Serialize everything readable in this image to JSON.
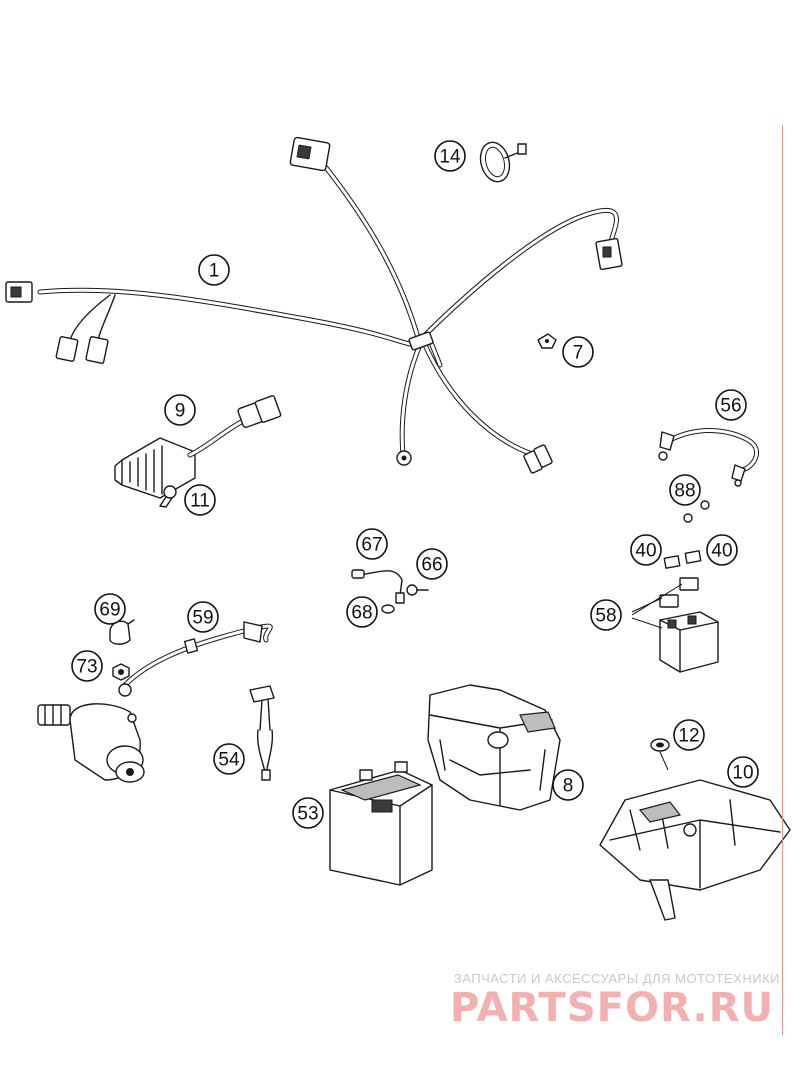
{
  "diagram": {
    "callouts": [
      {
        "id": "c1",
        "label": "1"
      },
      {
        "id": "c14",
        "label": "14"
      },
      {
        "id": "c7",
        "label": "7"
      },
      {
        "id": "c9",
        "label": "9"
      },
      {
        "id": "c11",
        "label": "11"
      },
      {
        "id": "c56",
        "label": "56"
      },
      {
        "id": "c88",
        "label": "88"
      },
      {
        "id": "c40a",
        "label": "40"
      },
      {
        "id": "c40b",
        "label": "40"
      },
      {
        "id": "c58",
        "label": "58"
      },
      {
        "id": "c67",
        "label": "67"
      },
      {
        "id": "c66",
        "label": "66"
      },
      {
        "id": "c68",
        "label": "68"
      },
      {
        "id": "c69",
        "label": "69"
      },
      {
        "id": "c59",
        "label": "59"
      },
      {
        "id": "c73",
        "label": "73"
      },
      {
        "id": "c54",
        "label": "54"
      },
      {
        "id": "c53",
        "label": "53"
      },
      {
        "id": "c8",
        "label": "8"
      },
      {
        "id": "c12",
        "label": "12"
      },
      {
        "id": "c10",
        "label": "10"
      }
    ]
  },
  "watermark": {
    "tagline": "ЗАПЧАСТИ И АКСЕССУАРЫ ДЛЯ МОТОТЕХНИКИ",
    "logo": "PARTSFOR.RU",
    "color": "#f2b0b0"
  }
}
